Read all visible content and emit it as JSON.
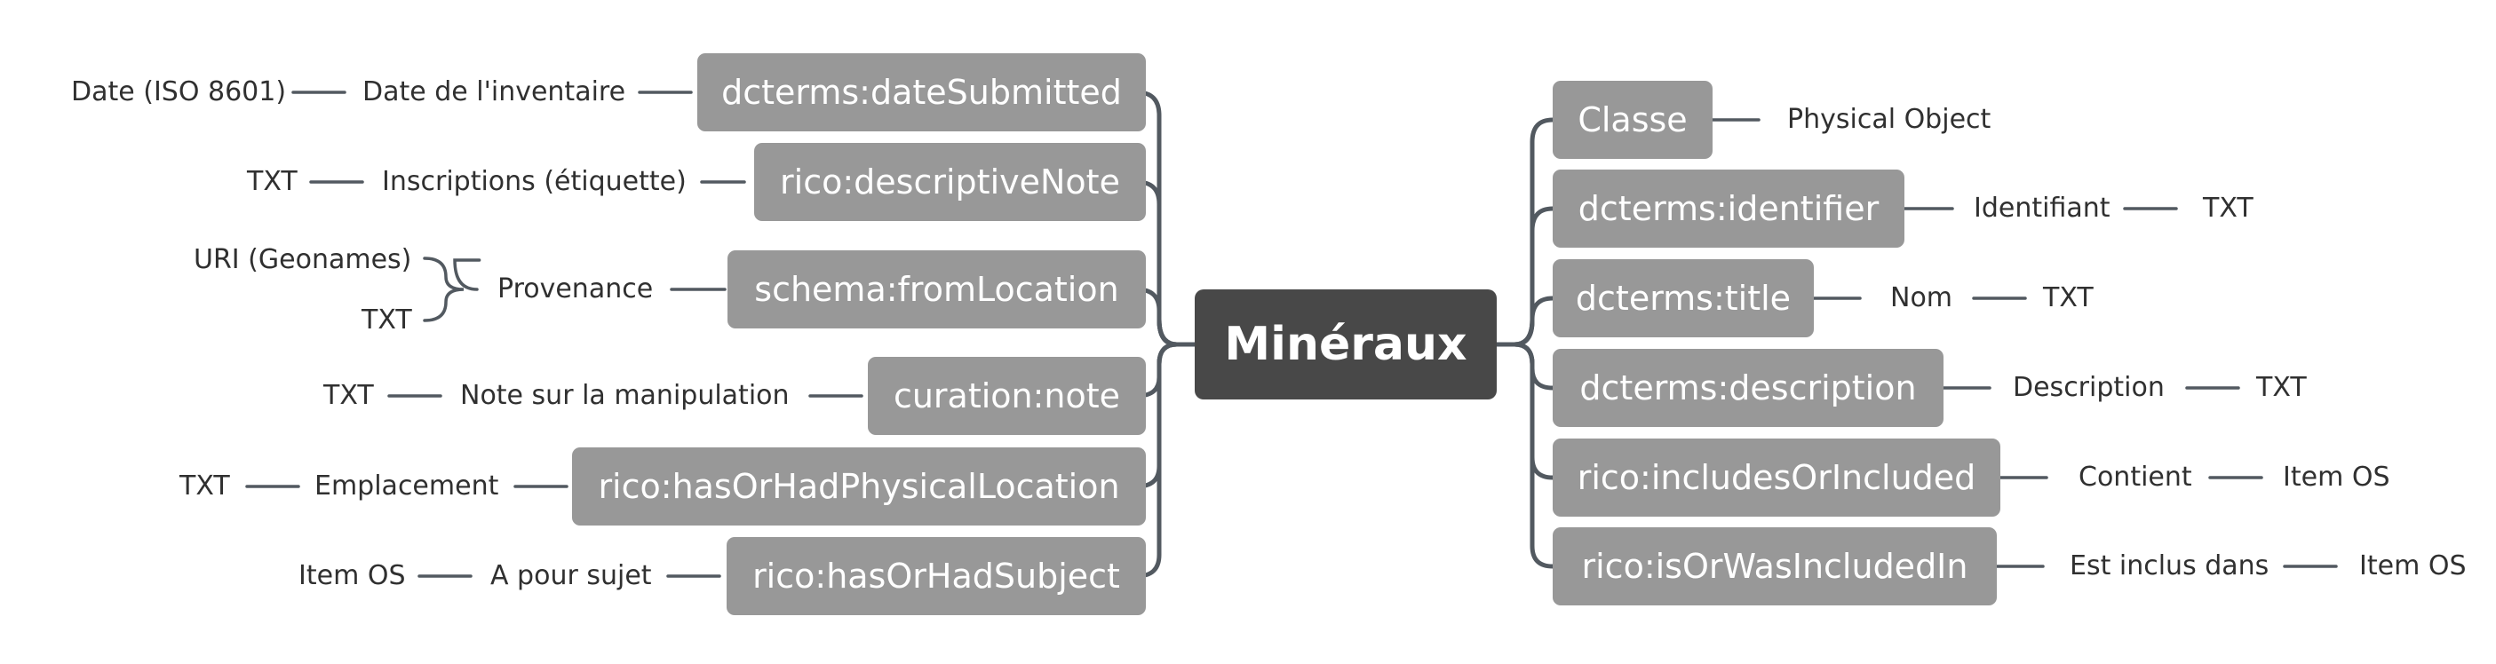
{
  "center": "Minéraux",
  "left": [
    {
      "property": "dcterms:dateSubmitted",
      "label": "Date de l'inventaire",
      "types": [
        "Date (ISO 8601)"
      ]
    },
    {
      "property": "rico:descriptiveNote",
      "label": "Inscriptions (étiquette)",
      "types": [
        "TXT"
      ]
    },
    {
      "property": "schema:fromLocation",
      "label": "Provenance",
      "types": [
        "URI (Geonames)",
        "TXT"
      ]
    },
    {
      "property": "curation:note",
      "label": "Note sur la manipulation",
      "types": [
        "TXT"
      ]
    },
    {
      "property": "rico:hasOrHadPhysicalLocation",
      "label": "Emplacement",
      "types": [
        "TXT"
      ]
    },
    {
      "property": "rico:hasOrHadSubject",
      "label": "A pour sujet",
      "types": [
        "Item OS"
      ]
    }
  ],
  "right": [
    {
      "property": "Classe",
      "label": "Physical Object",
      "types": []
    },
    {
      "property": "dcterms:identifier",
      "label": "Identifiant",
      "types": [
        "TXT"
      ]
    },
    {
      "property": "dcterms:title",
      "label": "Nom",
      "types": [
        "TXT"
      ]
    },
    {
      "property": "dcterms:description",
      "label": "Description",
      "types": [
        "TXT"
      ]
    },
    {
      "property": "rico:includesOrIncluded",
      "label": "Contient",
      "types": [
        "Item OS"
      ]
    },
    {
      "property": "rico:isOrWasIncludedIn",
      "label": "Est inclus dans",
      "types": [
        "Item OS"
      ]
    }
  ]
}
